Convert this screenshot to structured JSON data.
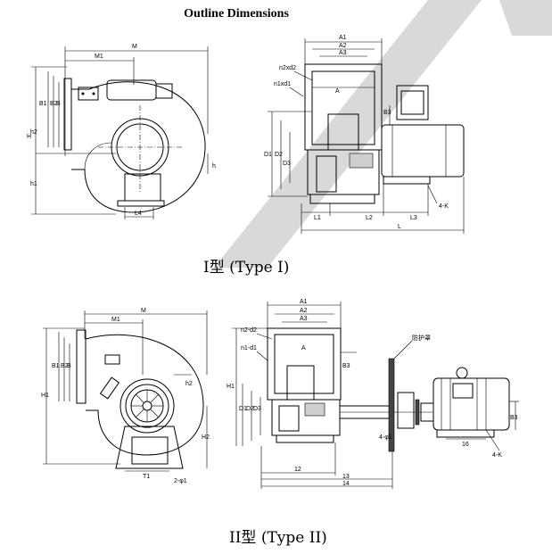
{
  "title": "Outline Dimensions",
  "captions": {
    "type1": "I型 (Type   I)",
    "type2": "II型 (Type   II)"
  },
  "watermark_color": "#d9d9d9",
  "type1": {
    "side_labels": {
      "M": "M",
      "M1": "M1",
      "B1": "B1",
      "B2": "B2",
      "B": "B",
      "H": "H",
      "h2": "h2",
      "h1": "h1",
      "h": "h",
      "L4": "L4"
    },
    "front_labels": {
      "A1": "A1",
      "A2": "A2",
      "A3": "A3",
      "A": "A",
      "n2xd2": "n2xd2",
      "n1xd1": "n1xd1",
      "D1": "D1",
      "D2": "D2",
      "D3": "D3",
      "B3": "B3",
      "L1": "L1",
      "L2": "L2",
      "L3": "L3",
      "L": "L",
      "4K": "4-K"
    }
  },
  "type2": {
    "side_labels": {
      "M": "M",
      "M1": "M1",
      "B1": "B1",
      "B2": "B2",
      "B": "B",
      "H1": "H1",
      "h2": "h2",
      "H2": "H2",
      "T1": "T1",
      "d1": "2-φ1"
    },
    "front_labels": {
      "A1": "A1",
      "A2": "A2",
      "A3": "A3",
      "A": "A",
      "n2d2": "n2-d2",
      "n1d1": "n1-d1",
      "H1": "H1",
      "D1": "D1",
      "D2": "D2",
      "D3": "D3",
      "B3": "B3",
      "B3m": "B3",
      "12": "12",
      "13": "13",
      "14": "14",
      "16": "16",
      "4K": "4-K",
      "phi": "4-φ1",
      "guard": "防护罩"
    }
  }
}
